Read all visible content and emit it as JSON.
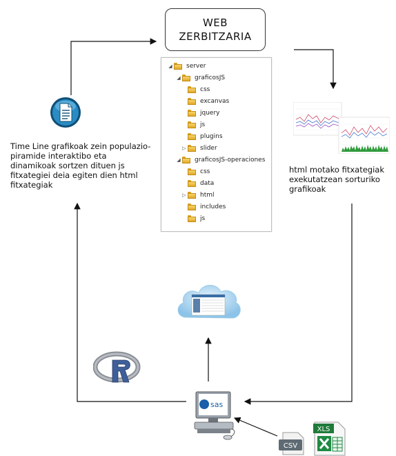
{
  "server": {
    "line1": "WEB",
    "line2": "ZERBITZARIA"
  },
  "tree": [
    {
      "label": "server",
      "expanded": true
    },
    {
      "label": "graficosJS",
      "expanded": true
    },
    {
      "label": "css"
    },
    {
      "label": "excanvas"
    },
    {
      "label": "jquery"
    },
    {
      "label": "js"
    },
    {
      "label": "plugins"
    },
    {
      "label": "slider",
      "collapsed": true
    },
    {
      "label": "graficosJS-operaciones",
      "expanded": true
    },
    {
      "label": "css"
    },
    {
      "label": "data"
    },
    {
      "label": "html",
      "collapsed": true
    },
    {
      "label": "includes"
    },
    {
      "label": "js"
    }
  ],
  "left_text": "Time Line grafikoak zein populazio-piramide interaktibo eta dinamikoak sortzen dituen js fitxategiei deia egiten dien html fitxategiak",
  "right_text": "html motako fitxategiak exekutatzean sorturiko grafikoak",
  "icons": {
    "sas_label": "sas",
    "r_label": "R",
    "csv_label": "CSV",
    "xls_label": "XLS"
  },
  "colors": {
    "arrow": "#111111",
    "doc_icon": "#1e6e9e",
    "folder": "#e8b23a",
    "cloud": "#b8d8f0"
  }
}
